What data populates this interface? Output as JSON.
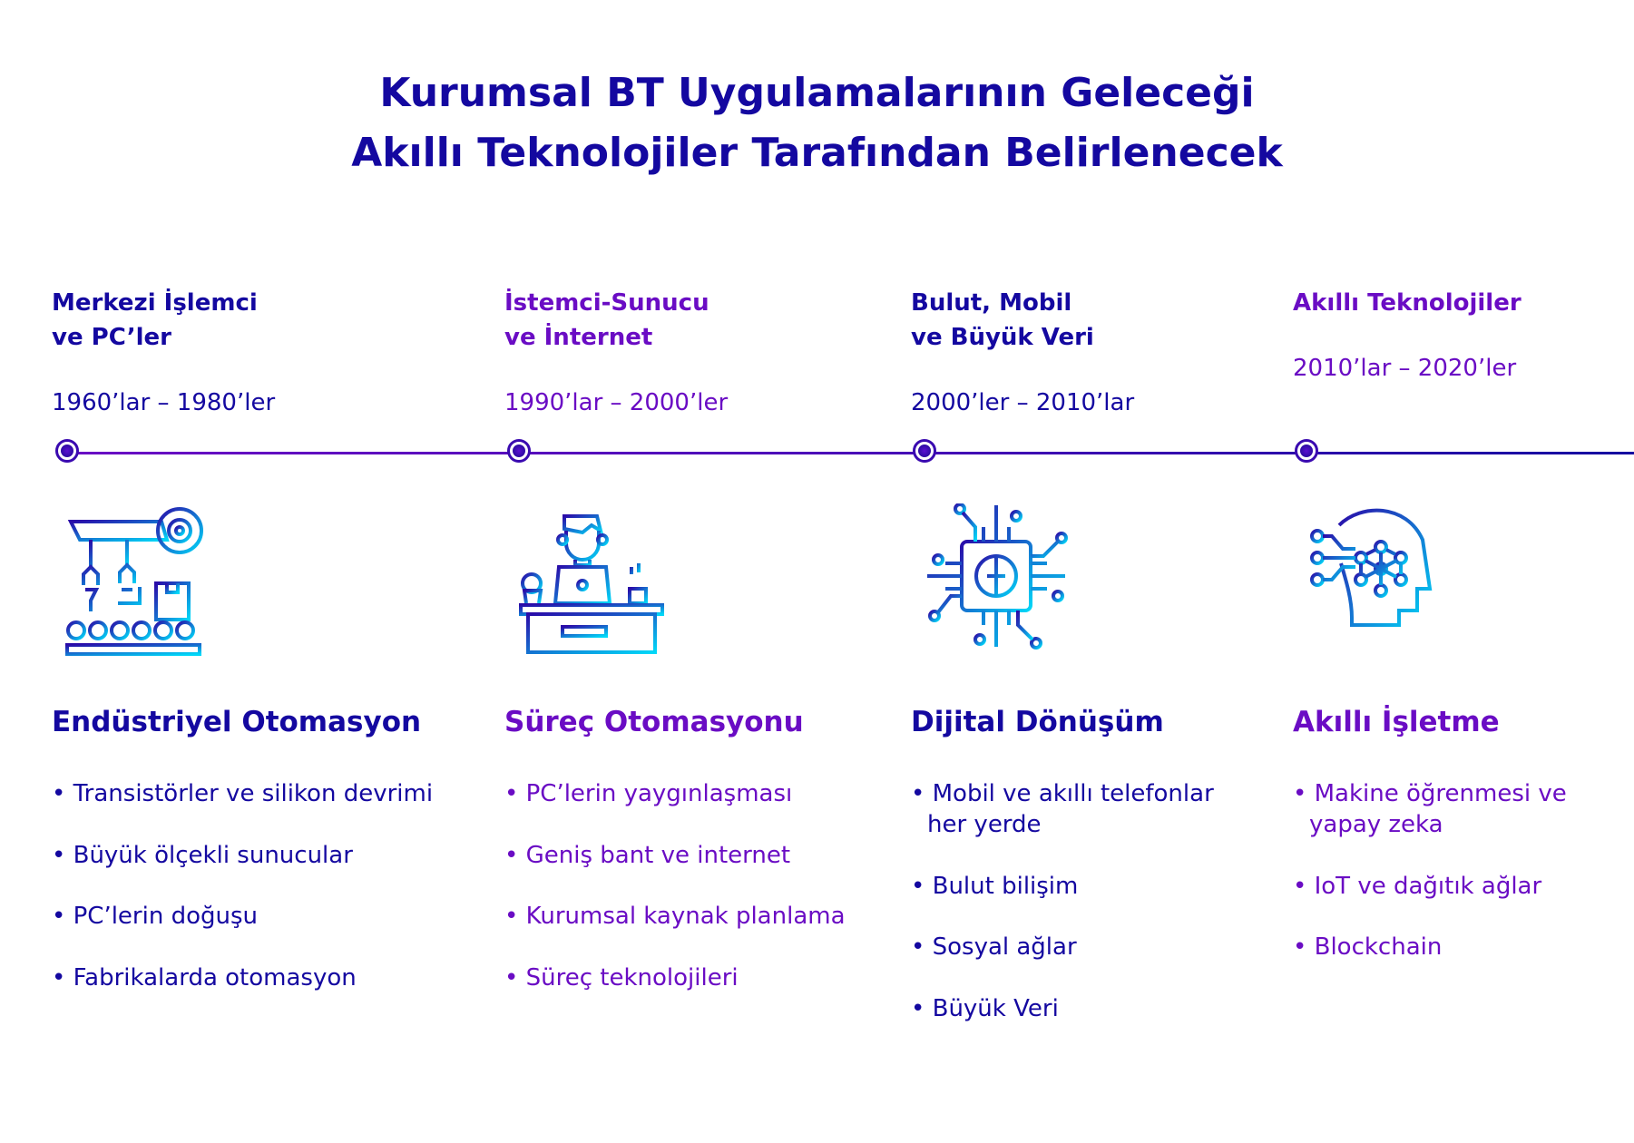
{
  "title": {
    "line1": "Kurumsal BT Uygulamalarının Geleceği",
    "line2": "Akıllı Teknolojiler Tarafından Belirlenecek"
  },
  "colors": {
    "blue": "#1408a0",
    "purple": "#6a0cc4",
    "icon_gradient_start": "#2a0aa8",
    "icon_gradient_end": "#00d8f8"
  },
  "eras": [
    {
      "title1": "Merkezi İşlemci",
      "title2": "ve PC’ler",
      "dates": "1960’lar – 1980’ler",
      "icon": "factory-automation-icon",
      "section": "Endüstriyel Otomasyon",
      "bullets": [
        "Transistörler ve silikon devrimi",
        "Büyük ölçekli sunucular",
        "PC’lerin doğuşu",
        "Fabrikalarda otomasyon"
      ]
    },
    {
      "title1": "İstemci-Sunucu",
      "title2": "ve İnternet",
      "dates": "1990’lar – 2000’ler",
      "icon": "person-at-laptop-icon",
      "section": "Süreç Otomasyonu",
      "bullets": [
        "PC’lerin yaygınlaşması",
        "Geniş bant ve internet",
        "Kurumsal kaynak planlama",
        "Süreç teknolojileri"
      ]
    },
    {
      "title1": "Bulut, Mobil",
      "title2": "ve Büyük Veri",
      "dates": "2000’ler – 2010’lar",
      "icon": "brain-chip-icon",
      "section": "Dijital Dönüşüm",
      "bullets": [
        "Mobil ve akıllı telefonlar her yerde",
        "Bulut bilişim",
        "Sosyal ağlar",
        "Büyük Veri"
      ]
    },
    {
      "title1": "Akıllı Teknolojiler",
      "dates": "2010’lar – 2020’ler",
      "icon": "ai-head-icon",
      "section": "Akıllı İşletme",
      "bullets": [
        "Makine öğrenmesi ve yapay zeka",
        "IoT ve dağıtık ağlar",
        "Blockchain"
      ]
    }
  ]
}
